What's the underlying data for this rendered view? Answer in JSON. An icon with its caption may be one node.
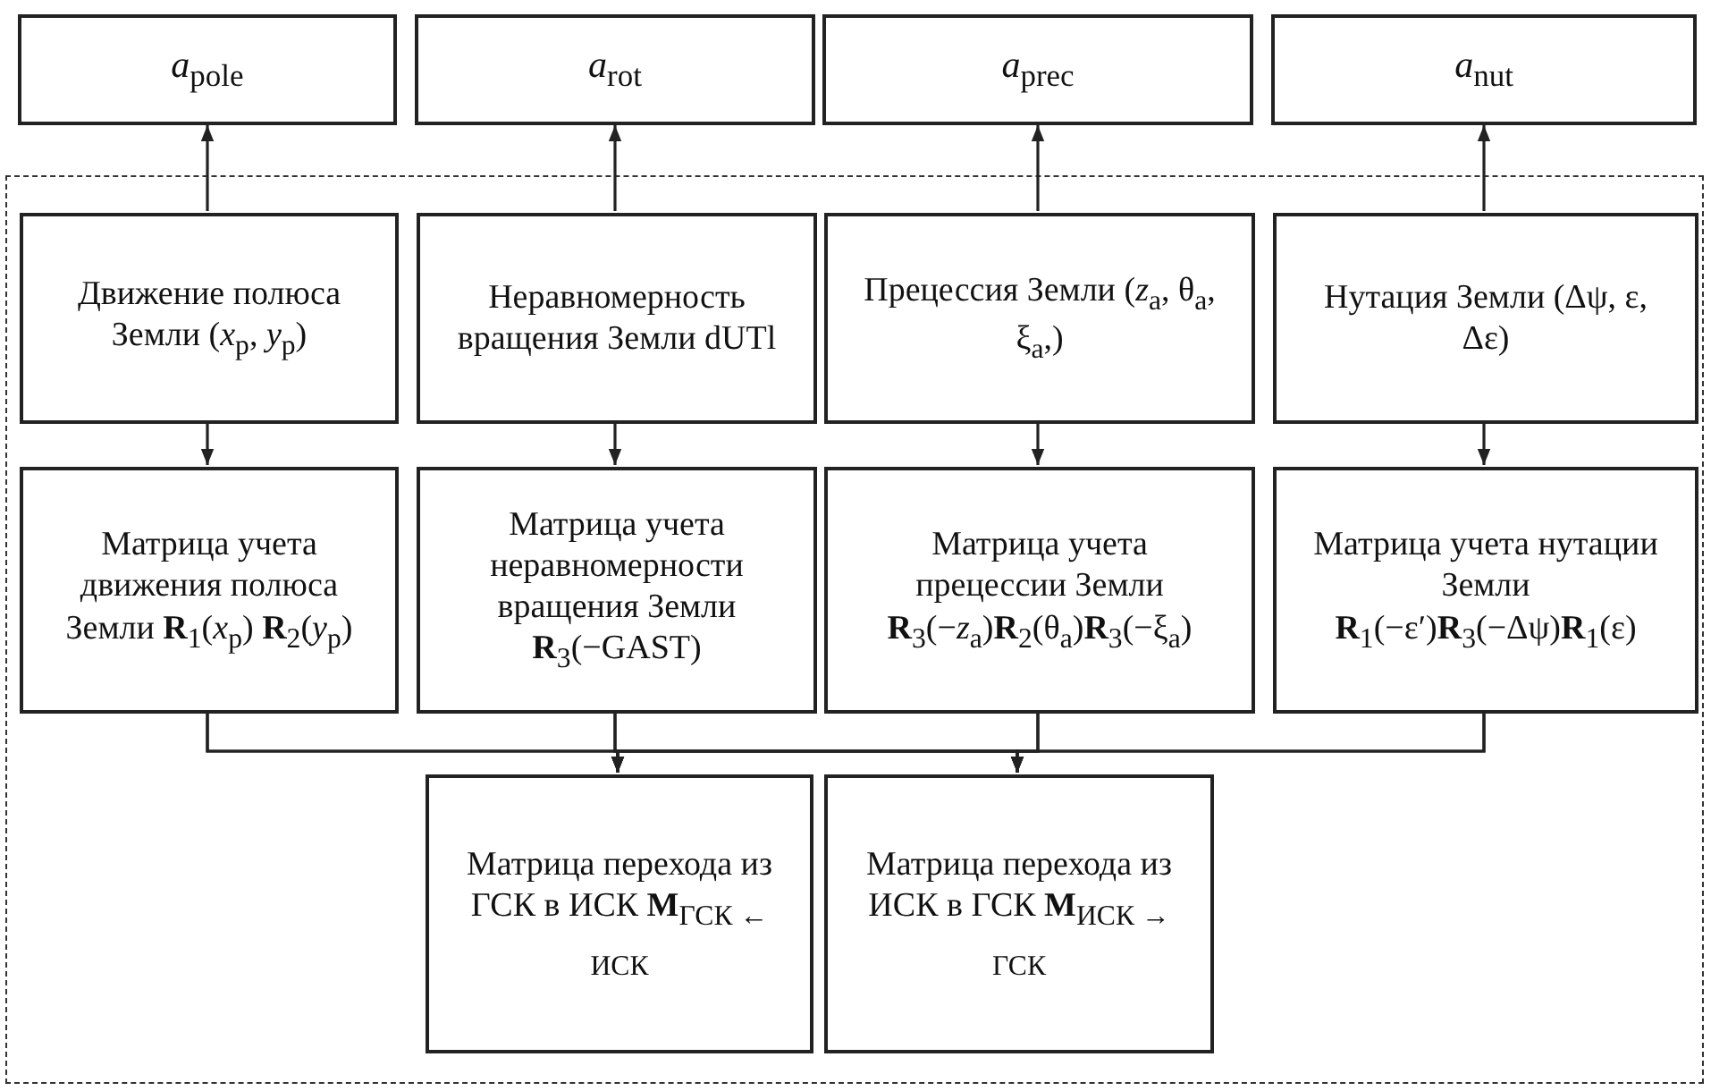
{
  "diagram": {
    "nodes": [
      {
        "text": [
          "*a*$_{pole}$"
        ]
      },
      {
        "text": [
          "*a*$_{rot}$"
        ]
      },
      {
        "text": [
          "*a*$_{prec}$"
        ]
      },
      {
        "text": [
          "*a*$_{nut}$"
        ]
      },
      {
        "text": [],
        "shape": "box"
      },
      {
        "text": [
          "Движение полюса Земли (*x*$_{p}$, *y*$_{p}$)"
        ],
        "in": 4
      },
      {
        "text": [
          "Неравномерность вращения Земли dUTl"
        ],
        "in": 4
      },
      {
        "text": [
          "Прецессия Земли (*z*$_{a}$, θ$_{a}$, ξ$_{a}$,)"
        ],
        "in": 4
      },
      {
        "text": [
          "Нутация Земли (Δψ, ε, Δε)"
        ],
        "in": 4
      },
      {
        "text": [
          "Матрица учета движения полюса Земли **R**$_{1}$(*x*$_{p}$) **R**$_{2}$(*y*$_{p}$)"
        ],
        "in": 4
      },
      {
        "text": [
          "Матрица учета неравномерности вращения Земли **R**$_{3}$(−GAST)"
        ],
        "in": 4
      },
      {
        "text": [
          "Матрица учета прецессии Земли **R**$_{3}$(−*z*$_{a}$)**R**$_{2}$(θ$_{a}$)**R**$_{3}$(−ξ$_{a}$)"
        ],
        "in": 4
      },
      {
        "text": [
          "Матрица учета нутации Земли **R**$_{1}$(−ε′)**R**$_{3}$(−Δψ)**R**$_{1}$(ε)"
        ],
        "in": 4
      },
      {
        "text": [
          "Матрица перехода из ГСК в ИСК **M**$_{ГСК ← ИСК}$"
        ],
        "in": 4
      },
      {
        "text": [
          "Матрица перехода из ИСК в ГСК **M**$_{ИСК → ГСК}$"
        ],
        "in": 4
      }
    ],
    "edges": [
      {
        "from": 5,
        "to": 0,
        "arrow": "to"
      },
      {
        "from": 6,
        "to": 1,
        "arrow": "to"
      },
      {
        "from": 7,
        "to": 2,
        "arrow": "to"
      },
      {
        "from": 8,
        "to": 3,
        "arrow": "to"
      },
      {
        "from": 5,
        "to": 9,
        "arrow": "to"
      },
      {
        "from": 6,
        "to": 10,
        "arrow": "to"
      },
      {
        "from": 7,
        "to": 11,
        "arrow": "to"
      },
      {
        "from": 8,
        "to": 12,
        "arrow": "to"
      },
      {
        "from": 9,
        "to": 13,
        "arrow": "to"
      },
      {
        "from": 10,
        "to": 13,
        "arrow": "to"
      },
      {
        "from": 11,
        "to": 13,
        "arrow": "to"
      },
      {
        "from": 12,
        "to": 13,
        "arrow": "to"
      },
      {
        "from": 9,
        "to": 14,
        "arrow": "to"
      },
      {
        "from": 10,
        "to": 14,
        "arrow": "to"
      },
      {
        "from": 11,
        "to": 14,
        "arrow": "to"
      },
      {
        "from": 12,
        "to": 14,
        "arrow": "to"
      }
    ]
  }
}
